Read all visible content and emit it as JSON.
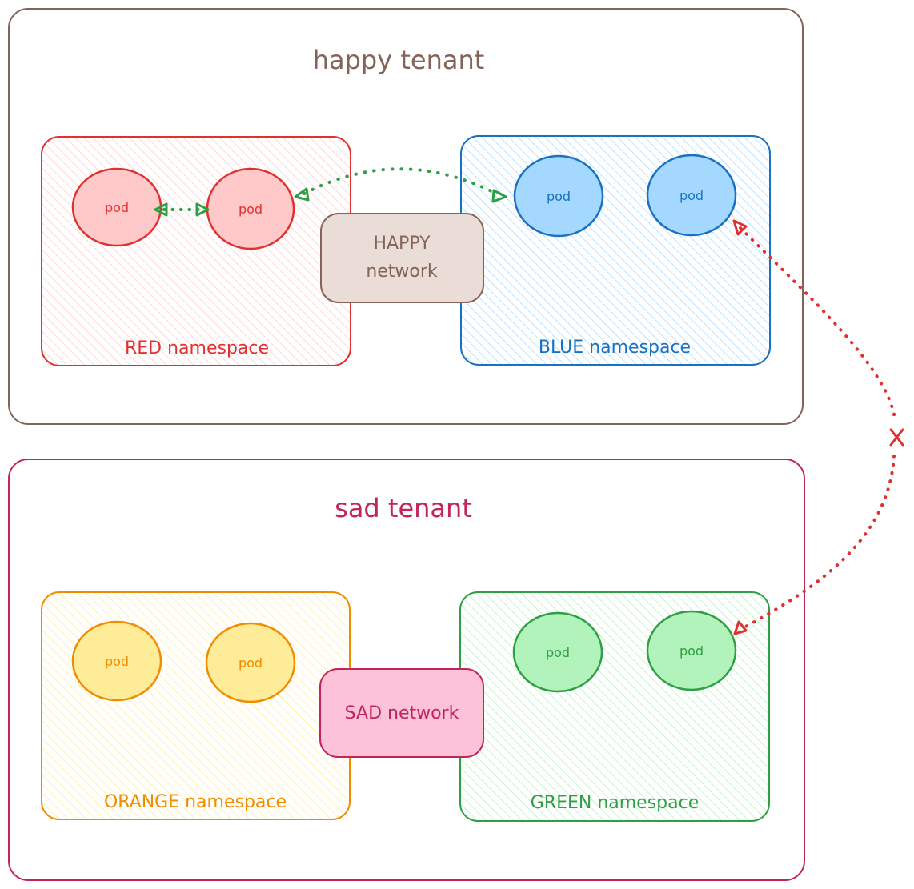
{
  "tenants": [
    {
      "id": "happy",
      "title": "happy tenant",
      "color": "#846358",
      "network": {
        "label_lines": [
          "HAPPY",
          "network"
        ],
        "fill": "#eaddd7",
        "stroke": "#846358",
        "text_color": "#846358"
      },
      "namespaces": [
        {
          "id": "red",
          "label": "RED namespace",
          "stroke": "#e03131",
          "hatch": "#ffc9c9",
          "pod_fill": "#ffc9c9",
          "pods": [
            {
              "label": "pod"
            },
            {
              "label": "pod"
            }
          ]
        },
        {
          "id": "blue",
          "label": "BLUE namespace",
          "stroke": "#1971c2",
          "hatch": "#a5d8ff",
          "pod_fill": "#a5d8ff",
          "pods": [
            {
              "label": "pod"
            },
            {
              "label": "pod"
            }
          ]
        }
      ]
    },
    {
      "id": "sad",
      "title": "sad tenant",
      "color": "#c2255c",
      "network": {
        "label_lines": [
          "SAD network"
        ],
        "fill": "#fcc2d7",
        "stroke": "#c2255c",
        "text_color": "#c2255c"
      },
      "namespaces": [
        {
          "id": "orange",
          "label": "ORANGE namespace",
          "stroke": "#f08c00",
          "hatch": "#ffec99",
          "pod_fill": "#ffec99",
          "pods": [
            {
              "label": "pod"
            },
            {
              "label": "pod"
            }
          ]
        },
        {
          "id": "green",
          "label": "GREEN namespace",
          "stroke": "#2f9e44",
          "hatch": "#b2f2bb",
          "pod_fill": "#b2f2bb",
          "pods": [
            {
              "label": "pod"
            },
            {
              "label": "pod"
            }
          ]
        }
      ]
    }
  ],
  "connections": [
    {
      "from": "red pod 1",
      "to": "red pod 2",
      "style": "dotted bidirectional",
      "color": "#2f9e44",
      "allowed": true
    },
    {
      "from": "red pod 2",
      "to": "blue pod 1",
      "style": "dotted bidirectional",
      "color": "#2f9e44",
      "allowed": true
    },
    {
      "from": "blue pod 2",
      "to": "green pod 2",
      "style": "dotted bidirectional",
      "color": "#e03131",
      "allowed": false,
      "marker": "X"
    }
  ]
}
